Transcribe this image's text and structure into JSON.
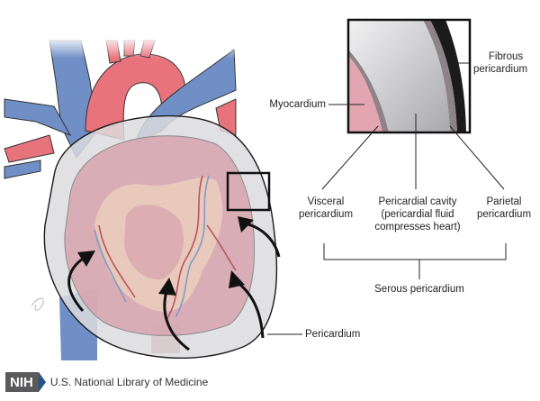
{
  "labels": {
    "myocardium": "Myocardium",
    "fibrous_1": "Fibrous",
    "fibrous_2": "pericardium",
    "visceral_1": "Visceral",
    "visceral_2": "pericardium",
    "cavity_1": "Pericardial cavity",
    "cavity_2": "(pericardial fluid",
    "cavity_3": "compresses heart)",
    "parietal_1": "Parietal",
    "parietal_2": "pericardium",
    "serous": "Serous pericardium",
    "pericardium": "Pericardium"
  },
  "footer": {
    "logo": "NIH",
    "org": "U.S. National Library of Medicine"
  },
  "colors": {
    "artery": "#e9737c",
    "vein": "#6f8fc6",
    "myocardium_pink": "#e3a6b1",
    "pericardium_gray": "#d9d9db",
    "fibrous_black": "#1b1b1b"
  }
}
